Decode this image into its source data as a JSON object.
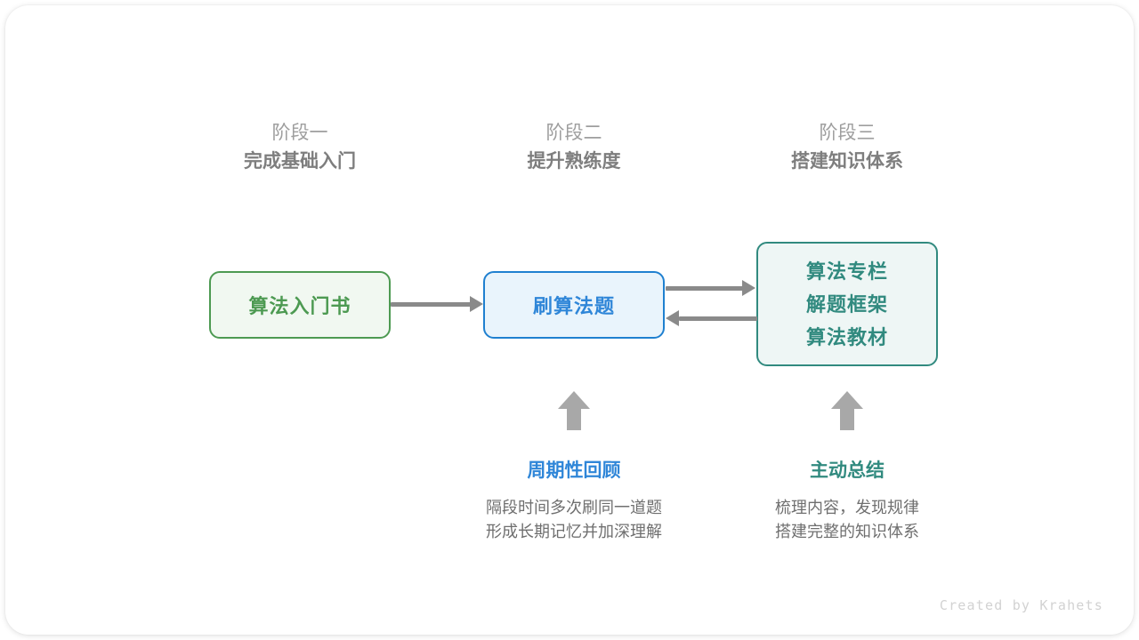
{
  "canvas": {
    "background": "#ffffff",
    "card_background": "#ffffff"
  },
  "stages": [
    {
      "label": "阶段一",
      "title": "完成基础入门"
    },
    {
      "label": "阶段二",
      "title": "提升熟练度"
    },
    {
      "label": "阶段三",
      "title": "搭建知识体系"
    }
  ],
  "nodes": {
    "book": {
      "text": "算法入门书",
      "fill": "#f1f8f1",
      "border": "#4d9a52",
      "text_color": "#4d9a52"
    },
    "practice": {
      "text": "刷算法题",
      "fill": "#e9f4fc",
      "border": "#1f80d0",
      "text_color": "#2f86d8"
    },
    "resources": {
      "lines": [
        "算法专栏",
        "解题框架",
        "算法教材"
      ],
      "fill": "#eef6f5",
      "border": "#318a7f",
      "text_color": "#318a7f"
    }
  },
  "connectors": {
    "color": "#8a8a8a",
    "items": [
      {
        "name": "book-to-practice",
        "direction": "right"
      },
      {
        "name": "practice-to-resources",
        "direction": "right"
      },
      {
        "name": "resources-to-practice",
        "direction": "left"
      }
    ]
  },
  "notes": [
    {
      "title": "周期性回顾",
      "title_color": "#2f86d8",
      "body_line1": "隔段时间多次刷同一道题",
      "body_line2": "形成长期记忆并加深理解"
    },
    {
      "title": "主动总结",
      "title_color": "#318a7f",
      "body_line1": "梳理内容，发现规律",
      "body_line2": "搭建完整的知识体系"
    }
  ],
  "credit": "Created by Krahets"
}
